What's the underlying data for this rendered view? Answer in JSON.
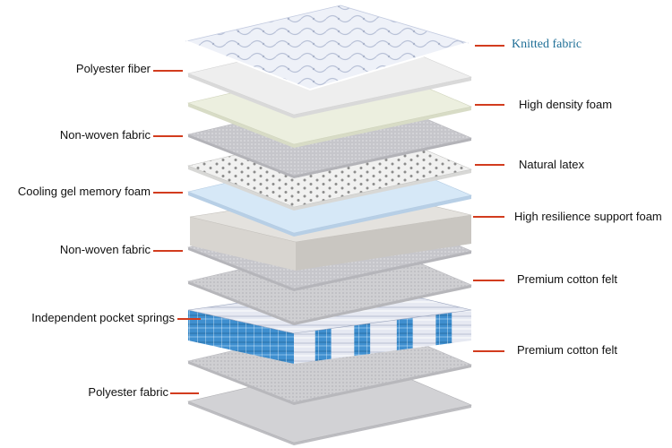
{
  "colors": {
    "leader": "#d23c1e",
    "knitted_text": "#1f6f97",
    "label_text": "#111111",
    "spring_blue": "#3f8fcf",
    "gel_blue": "#d6e8f7",
    "foam_cream": "#ecefdf",
    "felt_gray": "#c9c9cd",
    "support_foam": "#e4e2de"
  },
  "left_labels": [
    {
      "text": "Polyester fiber"
    },
    {
      "text": "Non-woven fabric"
    },
    {
      "text": "Cooling gel memory foam"
    },
    {
      "text": "Non-woven fabric"
    },
    {
      "text": "Independent pocket springs"
    },
    {
      "text": "Polyester fabric"
    }
  ],
  "right_labels": [
    {
      "text": "Knitted fabric"
    },
    {
      "text": "High density foam"
    },
    {
      "text": "Natural latex"
    },
    {
      "text": "High resilience support foam"
    },
    {
      "text": "Premium cotton felt"
    },
    {
      "text": "Premium cotton felt"
    }
  ]
}
